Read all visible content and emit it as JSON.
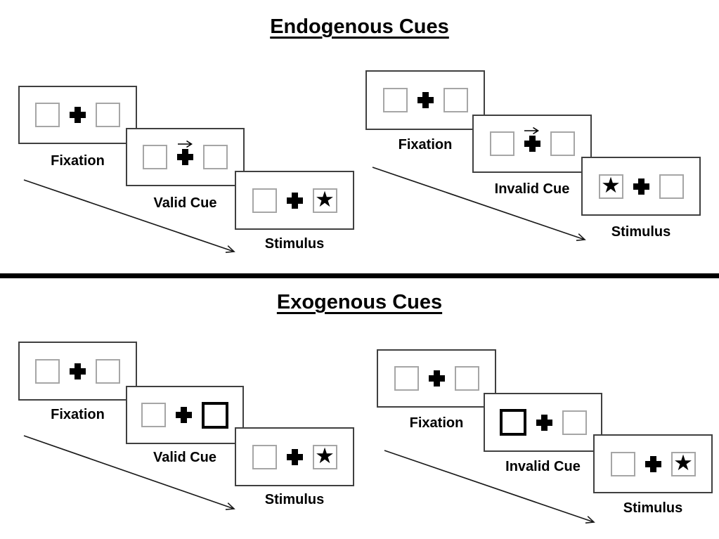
{
  "colors": {
    "ink": "#000000",
    "panel_border": "#404040",
    "box_border": "#a6a6a6"
  },
  "icons": {
    "star": "★",
    "cue_arrow": "arrow-right",
    "fixation_cross": "plus"
  },
  "sections": [
    {
      "title": "Endogenous Cues",
      "trials": [
        {
          "name": "valid-trial",
          "cue_direction": "right",
          "stimulus_side": "right",
          "panels": [
            {
              "label": "Fixation"
            },
            {
              "label": "Valid Cue"
            },
            {
              "label": "Stimulus"
            }
          ]
        },
        {
          "name": "invalid-trial",
          "cue_direction": "right",
          "stimulus_side": "left",
          "panels": [
            {
              "label": "Fixation"
            },
            {
              "label": "Invalid Cue"
            },
            {
              "label": "Stimulus"
            }
          ]
        }
      ]
    },
    {
      "title": "Exogenous Cues",
      "trials": [
        {
          "name": "valid-trial",
          "cue_box_side": "right",
          "stimulus_side": "right",
          "panels": [
            {
              "label": "Fixation"
            },
            {
              "label": "Valid Cue"
            },
            {
              "label": "Stimulus"
            }
          ]
        },
        {
          "name": "invalid-trial",
          "cue_box_side": "left",
          "stimulus_side": "right",
          "panels": [
            {
              "label": "Fixation"
            },
            {
              "label": "Invalid Cue"
            },
            {
              "label": "Stimulus"
            }
          ]
        }
      ]
    }
  ]
}
